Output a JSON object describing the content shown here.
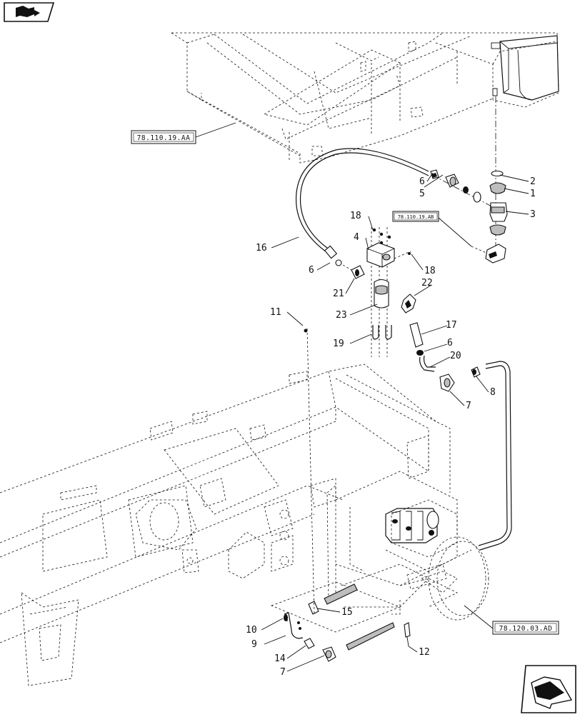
{
  "diagram": {
    "callouts": [
      {
        "id": "c2",
        "text": "2"
      },
      {
        "id": "c1",
        "text": "1"
      },
      {
        "id": "c3",
        "text": "3"
      },
      {
        "id": "c6a",
        "text": "6"
      },
      {
        "id": "c5",
        "text": "5"
      },
      {
        "id": "c18a",
        "text": "18"
      },
      {
        "id": "c4",
        "text": "4"
      },
      {
        "id": "c16",
        "text": "16"
      },
      {
        "id": "c6b",
        "text": "6"
      },
      {
        "id": "c18b",
        "text": "18"
      },
      {
        "id": "c21",
        "text": "21"
      },
      {
        "id": "c22",
        "text": "22"
      },
      {
        "id": "c23",
        "text": "23"
      },
      {
        "id": "c11",
        "text": "11"
      },
      {
        "id": "c17",
        "text": "17"
      },
      {
        "id": "c6c",
        "text": "6"
      },
      {
        "id": "c19",
        "text": "19"
      },
      {
        "id": "c20",
        "text": "20"
      },
      {
        "id": "c8",
        "text": "8"
      },
      {
        "id": "c7a",
        "text": "7"
      },
      {
        "id": "c15",
        "text": "15"
      },
      {
        "id": "c10",
        "text": "10"
      },
      {
        "id": "c9",
        "text": "9"
      },
      {
        "id": "c14",
        "text": "14"
      },
      {
        "id": "c12",
        "text": "12"
      },
      {
        "id": "c7b",
        "text": "7"
      }
    ],
    "references": [
      {
        "id": "ref_aa",
        "text": "78.110.19.AA"
      },
      {
        "id": "ref_ab",
        "text": "78.110.19.AB"
      },
      {
        "id": "ref_ad",
        "text": "78.120.03.AD"
      }
    ]
  },
  "icons": {
    "top_left": "book-navigation-icon",
    "bottom_right": "next-page-arrow-icon"
  }
}
